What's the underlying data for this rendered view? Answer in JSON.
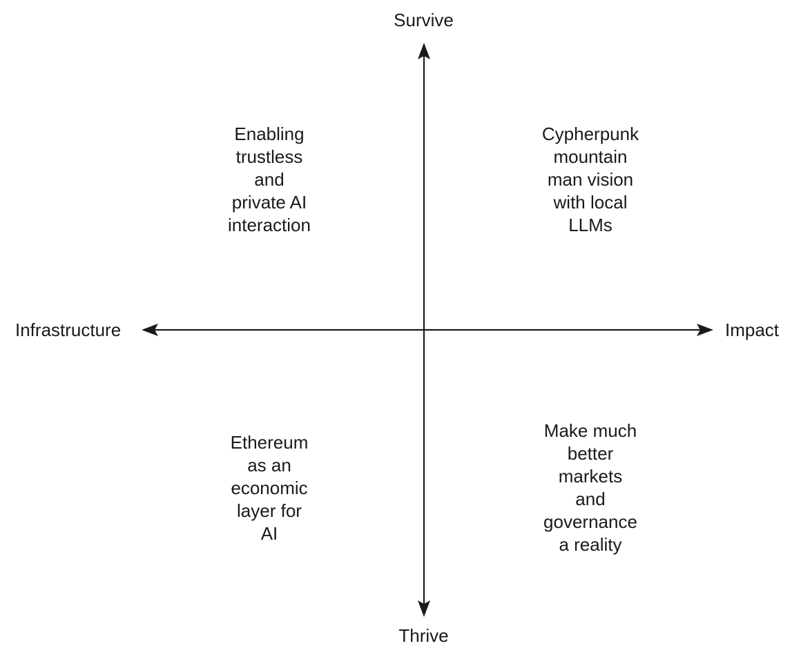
{
  "chart_data": {
    "type": "scatter",
    "title": "",
    "subtitle": "",
    "xlabel": "",
    "ylabel": "",
    "grid": false,
    "legend": "none",
    "axes": {
      "vertical": {
        "top_label": "Survive",
        "bottom_label": "Thrive",
        "arrow_both_ends": true
      },
      "horizontal": {
        "left_label": "Infrastructure",
        "right_label": "Impact",
        "arrow_both_ends": true
      }
    },
    "quadrants": [
      {
        "position": "top-left",
        "x_axis": "Infrastructure",
        "y_axis": "Survive",
        "lines": [
          "Enabling",
          "trustless",
          "and",
          "private AI",
          "interaction"
        ],
        "text": "Enabling trustless and private AI interaction"
      },
      {
        "position": "top-right",
        "x_axis": "Impact",
        "y_axis": "Survive",
        "lines": [
          "Cypherpunk",
          "mountain",
          "man vision",
          "with local",
          "LLMs"
        ],
        "text": "Cypherpunk mountain man vision with local LLMs"
      },
      {
        "position": "bottom-left",
        "x_axis": "Infrastructure",
        "y_axis": "Thrive",
        "lines": [
          "Ethereum",
          "as an",
          "economic",
          "layer for",
          "AI"
        ],
        "text": "Ethereum as an economic layer for AI"
      },
      {
        "position": "bottom-right",
        "x_axis": "Impact",
        "y_axis": "Thrive",
        "lines": [
          "Make much",
          "better",
          "markets",
          "and",
          "governance",
          "a reality"
        ],
        "text": "Make much better markets and governance a reality"
      }
    ],
    "colors": {
      "background": "#ffffff",
      "axis": "#1a1a1a",
      "text": "#1a1a1a"
    }
  },
  "labels": {
    "survive": "Survive",
    "thrive": "Thrive",
    "infrastructure": "Infrastructure",
    "impact": "Impact"
  },
  "quadrant_top_left": {
    "l0": "Enabling",
    "l1": "trustless",
    "l2": "and",
    "l3": "private AI",
    "l4": "interaction"
  },
  "quadrant_top_right": {
    "l0": "Cypherpunk",
    "l1": "mountain",
    "l2": "man vision",
    "l3": "with local",
    "l4": "LLMs"
  },
  "quadrant_bottom_left": {
    "l0": "Ethereum",
    "l1": "as an",
    "l2": "economic",
    "l3": "layer for",
    "l4": "AI"
  },
  "quadrant_bottom_right": {
    "l0": "Make much",
    "l1": "better",
    "l2": "markets",
    "l3": "and",
    "l4": "governance",
    "l5": "a reality"
  }
}
